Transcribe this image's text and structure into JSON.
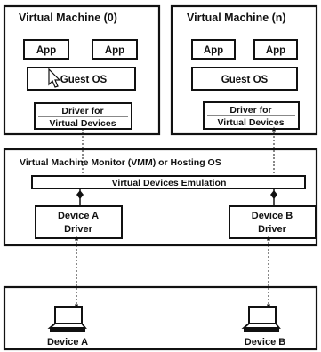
{
  "vm_left": {
    "title": "Virtual Machine (0)",
    "app1": "App",
    "app2": "App",
    "guest_os": "Guest OS",
    "driver_line1": "Driver for",
    "driver_line2": "Virtual Devices"
  },
  "vm_right": {
    "title": "Virtual Machine (n)",
    "app1": "App",
    "app2": "App",
    "guest_os": "Guest OS",
    "driver_line1": "Driver for",
    "driver_line2": "Virtual Devices"
  },
  "vmm": {
    "title": "Virtual Machine Monitor (VMM) or Hosting OS",
    "emulation": "Virtual Devices Emulation",
    "driver_a_line1": "Device A",
    "driver_a_line2": "Driver",
    "driver_b_line1": "Device B",
    "driver_b_line2": "Driver"
  },
  "hardware": {
    "device_a": "Device A",
    "device_b": "Device B"
  },
  "icons": [
    "mouse-cursor-icon",
    "device-a-icon",
    "device-b-icon"
  ]
}
